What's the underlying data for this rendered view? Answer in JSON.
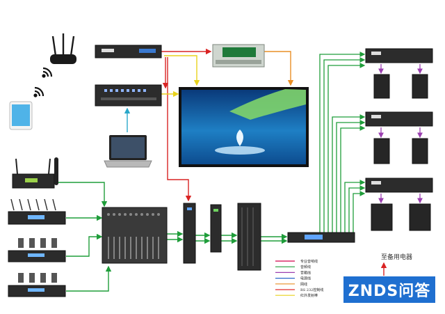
{
  "legend": {
    "items": [
      {
        "label": "专业音响线",
        "color": "#d2004b"
      },
      {
        "label": "音频线",
        "color": "#1f9d3a"
      },
      {
        "label": "音箱线",
        "color": "#9b3fb0"
      },
      {
        "label": "电源线",
        "color": "#2b66c8"
      },
      {
        "label": "网线",
        "color": "#e98f25"
      },
      {
        "label": "RS 232控制线",
        "color": "#e22a2a"
      },
      {
        "label": "红外发射棒",
        "color": "#e8d21c"
      }
    ]
  },
  "destination_label": "至备用电器",
  "brand_label": "ZNDS问答",
  "colors": {
    "red": "#d92323",
    "green": "#1f9d3a",
    "purple": "#9b3fb0",
    "orange": "#e98f25",
    "yellow": "#e8d21c",
    "cyan": "#29a7c9",
    "device": "#2c2c2c"
  }
}
